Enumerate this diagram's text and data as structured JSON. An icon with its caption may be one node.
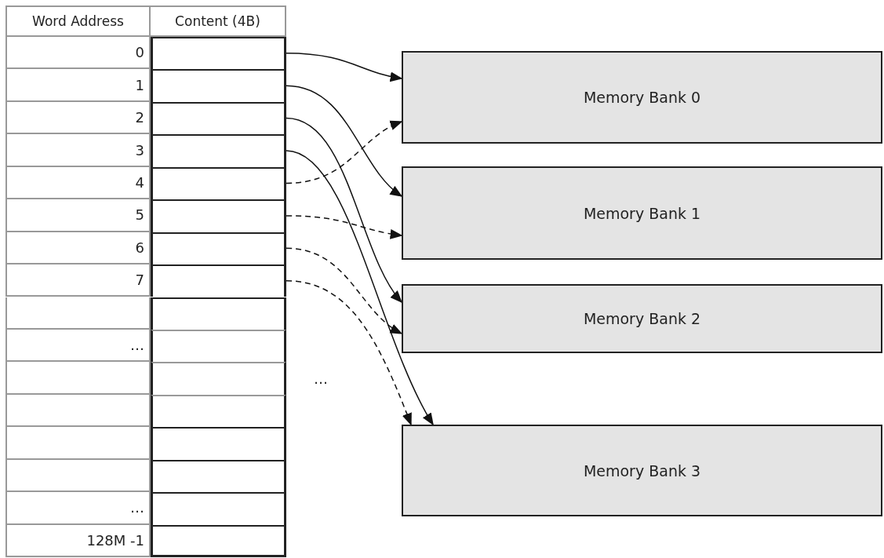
{
  "diagram": {
    "nodes": [
      {
        "text": [],
        "shape": "box"
      },
      {
        "text": [],
        "shape": "box"
      },
      {
        "text": [],
        "shape": "box"
      },
      {
        "text": [],
        "shape": "box"
      },
      {
        "text": [],
        "shape": "box"
      },
      {
        "text": [],
        "shape": "box"
      },
      {
        "text": [],
        "shape": "box"
      },
      {
        "text": [],
        "shape": "box"
      },
      {
        "text": [
          "Memory Bank 0"
        ]
      },
      {
        "text": [
          "Memory Bank 1"
        ]
      },
      {
        "text": [
          "Memory Bank 2"
        ]
      },
      {
        "text": [
          "Memory Bank 3"
        ]
      }
    ],
    "edges": [
      {
        "from": 0,
        "to": 8,
        "arrow": "to"
      },
      {
        "from": 1,
        "to": 9,
        "arrow": "to"
      },
      {
        "from": 2,
        "to": 10,
        "arrow": "to"
      },
      {
        "from": 3,
        "to": 11,
        "arrow": "to"
      },
      {
        "from": 4,
        "to": 8,
        "arrow": "to",
        "style": "dashed"
      },
      {
        "from": 5,
        "to": 9,
        "arrow": "to",
        "style": "dashed"
      },
      {
        "from": 6,
        "to": 10,
        "arrow": "to",
        "style": "dashed"
      },
      {
        "from": 7,
        "to": 11,
        "arrow": "to",
        "style": "dashed"
      }
    ],
    "labels": [
      "Word Address",
      "Content (4B)",
      "0",
      "1",
      "2",
      "3",
      "4",
      "5",
      "6",
      "7",
      "…",
      "…",
      "128M -1",
      "…"
    ]
  }
}
